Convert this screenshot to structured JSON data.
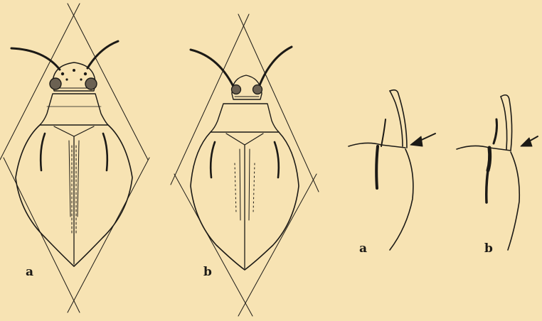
{
  "figures": [
    {
      "id": "beetle-a",
      "label": "a"
    },
    {
      "id": "beetle-b",
      "label": "b"
    },
    {
      "id": "detail-a",
      "label": "a"
    },
    {
      "id": "detail-b",
      "label": "b"
    }
  ],
  "colors": {
    "background": "#f7e3b3",
    "ink": "#1c1a16"
  }
}
